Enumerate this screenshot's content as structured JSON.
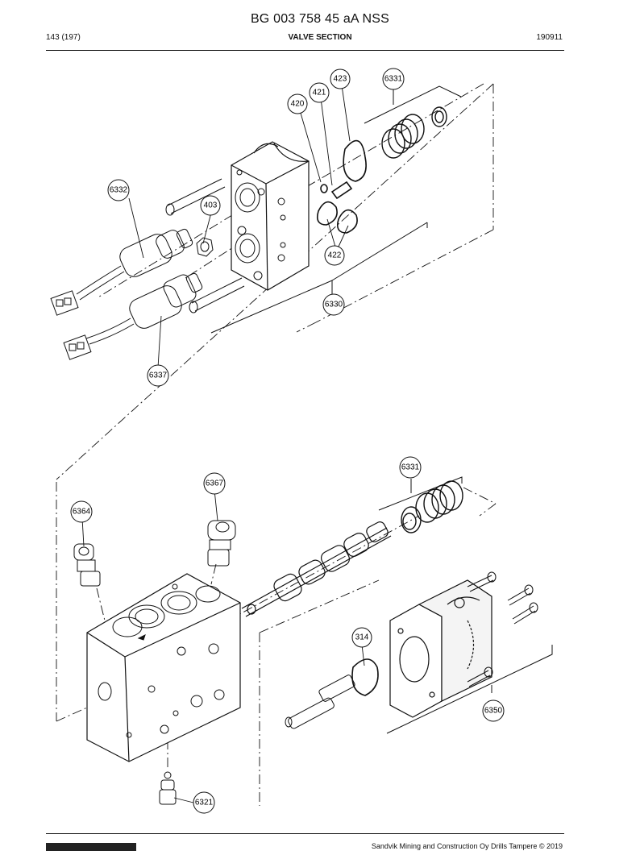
{
  "header": {
    "title": "BG 003 758 45 aA NSS",
    "page": "143 (197)",
    "section": "VALVE SECTION",
    "date": "190911"
  },
  "callouts": {
    "c423": "423",
    "c421": "421",
    "c420": "420",
    "c6331a": "6331",
    "c6332": "6332",
    "c403": "403",
    "c422": "422",
    "c6330": "6330",
    "c6337": "6337",
    "c6331b": "6331",
    "c6367": "6367",
    "c6364": "6364",
    "c314": "314",
    "c6350": "6350",
    "c6321": "6321"
  },
  "footer": {
    "text": "Sandvik Mining and Construction Oy Drills Tampere © 2019"
  }
}
